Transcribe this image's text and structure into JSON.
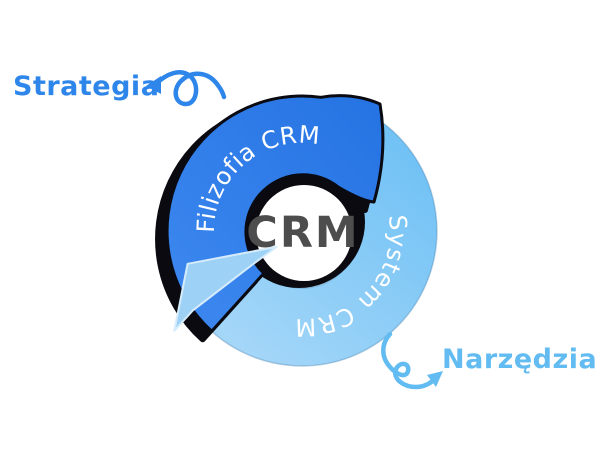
{
  "background_color": "#FFFFFF",
  "diagram": {
    "type": "cycle",
    "center_label": "CRM",
    "center_label_color": "#4D4D4D",
    "shadow_color": "#0A0A10",
    "arcs": {
      "philosophy": {
        "label": "Filizofia CRM",
        "fill": "#2B7BE5",
        "text_color": "#FFFFFF",
        "position": "top-left",
        "direction": "clockwise"
      },
      "system": {
        "label": "System CRM",
        "fill": "#74C3F5",
        "text_color": "#FFFFFF",
        "position": "bottom-right",
        "direction": "clockwise"
      }
    },
    "callouts": {
      "strategy": {
        "label": "Strategia",
        "color": "#2F86EA",
        "icon": "curly-doodle-arrow-icon"
      },
      "tools": {
        "label": "Narzędzia",
        "color": "#62BBF1",
        "icon": "curly-doodle-arrow-icon"
      }
    }
  }
}
